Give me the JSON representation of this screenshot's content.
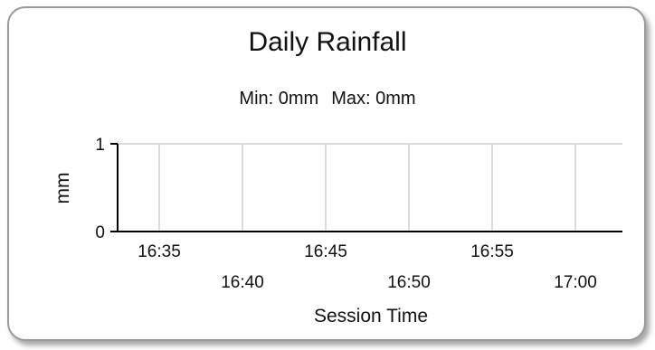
{
  "chart_data": {
    "type": "line",
    "title": "Daily Rainfall",
    "subtitle": {
      "min_label": "Min: 0mm",
      "max_label": "Max: 0mm"
    },
    "xlabel": "Session Time",
    "ylabel": "mm",
    "x_ticks": [
      "16:35",
      "16:40",
      "16:45",
      "16:50",
      "16:55",
      "17:00"
    ],
    "y_ticks": [
      0,
      1
    ],
    "ylim": [
      0,
      1
    ],
    "series": [
      {
        "values": []
      }
    ],
    "grid": "vertical",
    "colors": {
      "grid": "#cfcfcf",
      "axis": "#000000"
    }
  }
}
